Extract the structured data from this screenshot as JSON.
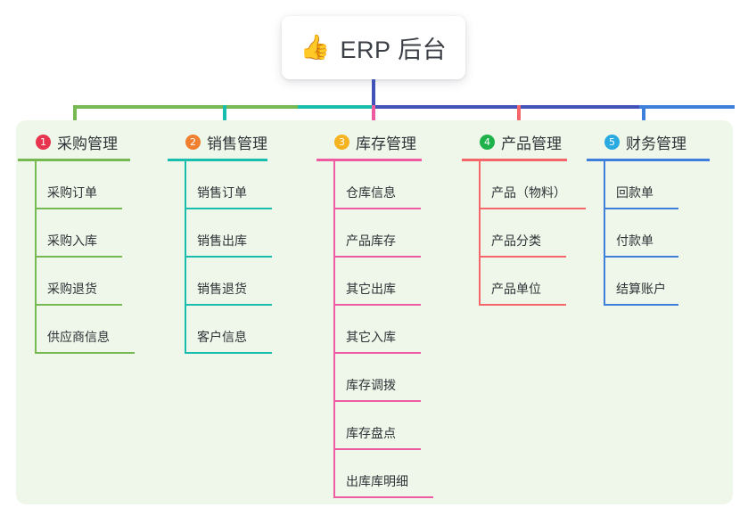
{
  "diagram": {
    "type": "mindmap",
    "root": {
      "icon": "thumbs-up-icon",
      "icon_glyph": "👍",
      "title": "ERP 后台"
    },
    "panel_color": "#eef7e9",
    "connector_segments": [
      {
        "name": "root-stem",
        "color": "#4152b8"
      },
      {
        "name": "bar-segment-1",
        "color": "#76b852"
      },
      {
        "name": "bar-segment-2",
        "color": "#17bdad"
      },
      {
        "name": "bar-segment-3",
        "color": "#4152b8"
      },
      {
        "name": "bar-segment-4",
        "color": "#3f7fdc"
      }
    ],
    "branches": [
      {
        "number": "1",
        "badge_color": "#e8344e",
        "line_color": "#76b852",
        "drop_color": "#76b852",
        "title": "采购管理",
        "items": [
          {
            "label": "采购订单",
            "width": 96
          },
          {
            "label": "采购入库",
            "width": 96
          },
          {
            "label": "采购退货",
            "width": 96
          },
          {
            "label": "供应商信息",
            "width": 110
          }
        ]
      },
      {
        "number": "2",
        "badge_color": "#f07f30",
        "line_color": "#17bdad",
        "drop_color": "#17bdad",
        "title": "销售管理",
        "items": [
          {
            "label": "销售订单",
            "width": 96
          },
          {
            "label": "销售出库",
            "width": 96
          },
          {
            "label": "销售退货",
            "width": 96
          },
          {
            "label": "客户信息",
            "width": 96
          }
        ]
      },
      {
        "number": "3",
        "badge_color": "#f5b321",
        "line_color": "#ef5ba1",
        "drop_color": "#ef5ba1",
        "title": "库存管理",
        "items": [
          {
            "label": "仓库信息",
            "width": 96
          },
          {
            "label": "产品库存",
            "width": 96
          },
          {
            "label": "其它出库",
            "width": 96
          },
          {
            "label": "其它入库",
            "width": 96
          },
          {
            "label": "库存调拨",
            "width": 96
          },
          {
            "label": "库存盘点",
            "width": 96
          },
          {
            "label": "出库库明细",
            "width": 110
          }
        ]
      },
      {
        "number": "4",
        "badge_color": "#1fb24a",
        "line_color": "#f4666a",
        "drop_color": "#f4666a",
        "title": "产品管理",
        "items": [
          {
            "label": "产品（物料）",
            "width": 118
          },
          {
            "label": "产品分类",
            "width": 96
          },
          {
            "label": "产品单位",
            "width": 96
          }
        ]
      },
      {
        "number": "5",
        "badge_color": "#29aae1",
        "line_color": "#3f7fdc",
        "drop_color": "#3f7fdc",
        "title": "财务管理",
        "items": [
          {
            "label": "回款单",
            "width": 82
          },
          {
            "label": "付款单",
            "width": 82
          },
          {
            "label": "结算账户",
            "width": 82
          }
        ]
      }
    ]
  }
}
